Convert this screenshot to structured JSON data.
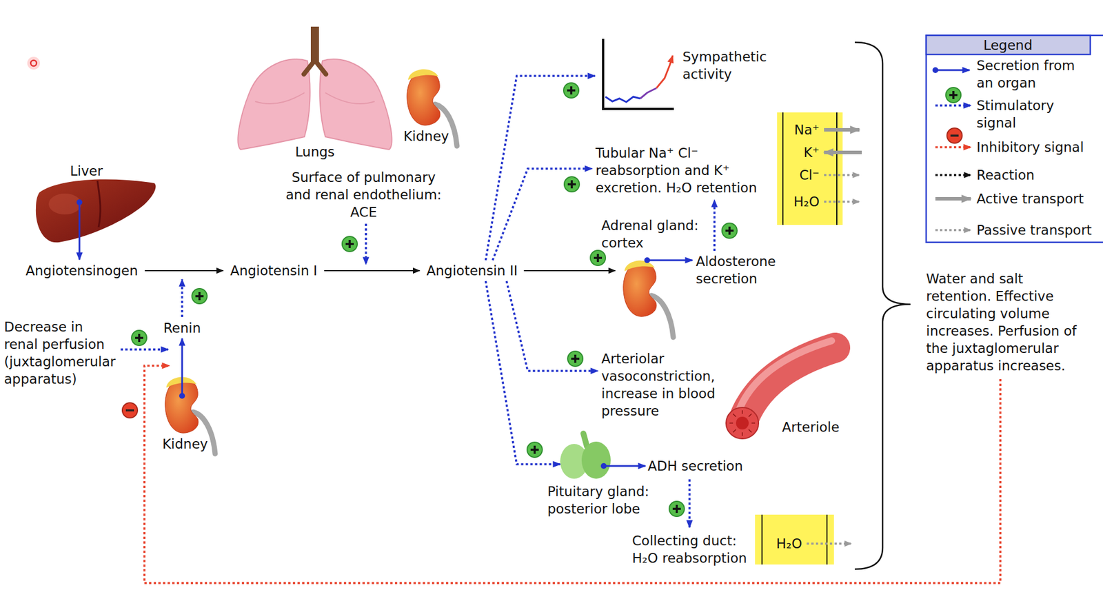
{
  "diagram": {
    "nodes": [
      {
        "text": [
          "Liver"
        ]
      },
      {
        "text": [
          "Angiotensinogen"
        ]
      },
      {
        "text": [
          "Angiotensin I"
        ]
      },
      {
        "text": [
          "Angiotensin II"
        ]
      },
      {
        "text": [
          "Kidney"
        ]
      },
      {
        "text": [
          "Renin"
        ]
      },
      {
        "text": [
          "Decrease in renal perfusion (juxtaglomerular apparatus)"
        ]
      },
      {
        "text": [
          "Surface of pulmonary and renal endothelium: ACE"
        ]
      },
      {
        "text": [
          "Sympathetic activity"
        ]
      },
      {
        "text": [
          "Tubular Na⁺ Cl⁻ reabsorption and K⁺ excretion. H₂O retention"
        ]
      },
      {
        "text": [
          "Na⁺",
          "K⁺",
          "Cl⁻",
          "H₂O"
        ]
      },
      {
        "text": [
          "Adrenal gland: cortex"
        ]
      },
      {
        "text": [
          "Aldosterone secretion"
        ]
      },
      {
        "text": [
          "Arteriolar vasoconstriction, increase in blood pressure"
        ]
      },
      {
        "text": [
          "Pituitary gland: posterior lobe"
        ]
      },
      {
        "text": [
          "ADH secretion"
        ]
      },
      {
        "text": [
          "Collecting duct: H₂O reabsorption"
        ]
      },
      {
        "text": [
          "H₂O"
        ]
      },
      {
        "text": [
          "Water and salt retention. Effective circulating volume increases. Perfusion of the juxtaglomerular apparatus increases."
        ]
      }
    ],
    "edges": [
      {
        "from": 0,
        "to": 1,
        "arrow": "to"
      },
      {
        "from": 1,
        "to": 2,
        "arrow": "to"
      },
      {
        "from": 2,
        "to": 3,
        "arrow": "to"
      },
      {
        "from": 4,
        "to": 5,
        "arrow": "to"
      },
      {
        "from": 6,
        "to": 4,
        "arrow": "to"
      },
      {
        "from": 18,
        "to": 4,
        "arrow": "to"
      },
      {
        "from": 3,
        "to": 8,
        "arrow": "to"
      },
      {
        "from": 3,
        "to": 9,
        "arrow": "to"
      },
      {
        "from": 3,
        "to": 11,
        "arrow": "to"
      },
      {
        "from": 11,
        "to": 12,
        "arrow": "to"
      },
      {
        "from": 12,
        "to": 9,
        "arrow": "to"
      },
      {
        "from": 3,
        "to": 13,
        "arrow": "to"
      },
      {
        "from": 3,
        "to": 14,
        "arrow": "to"
      },
      {
        "from": 14,
        "to": 15,
        "arrow": "to"
      },
      {
        "from": 15,
        "to": 16,
        "arrow": "to"
      }
    ],
    "labels": [
      "Lungs",
      "Kidney",
      "Arteriole",
      "Legend"
    ],
    "legend": [
      {
        "text": "Secretion from an organ"
      },
      {
        "text": "Stimulatory signal"
      },
      {
        "text": "Inhibitory signal"
      },
      {
        "text": "Reaction"
      },
      {
        "text": "Active transport"
      },
      {
        "text": "Passive transport"
      }
    ]
  }
}
